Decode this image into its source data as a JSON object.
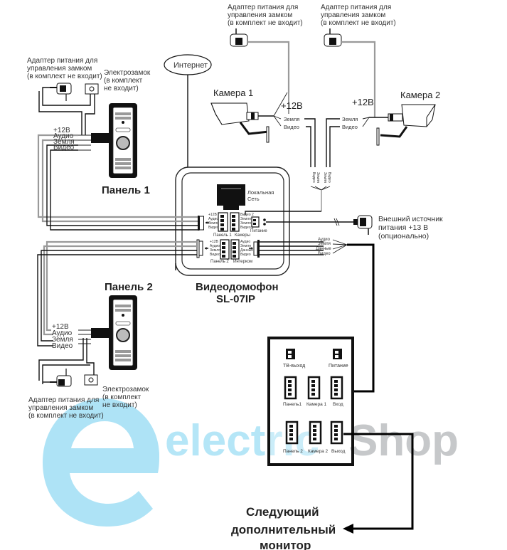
{
  "title": "Схема подключения видеодомофона SL-07IP",
  "watermark": {
    "part1": "electric",
    "part2": "Shop"
  },
  "internet": {
    "label": "Интернет"
  },
  "main_unit": {
    "name_line1": "Видеодомофон",
    "name_line2": "SL-07IP",
    "lan_label_line1": "Локальная",
    "lan_label_line2": "Сеть",
    "power_label": "Питание",
    "blocks": {
      "panel1": {
        "label": "Панель 1",
        "pins": [
          "+12B",
          "Аудио",
          "Земля",
          "Видео"
        ]
      },
      "cameras": {
        "label": "Камеры",
        "pins": [
          "Видео 2",
          "Земля",
          "Земля",
          "Видео 1"
        ]
      },
      "panel2": {
        "label": "Панель 2",
        "pins": [
          "+12B",
          "Аудио",
          "Земля",
          "Видео"
        ]
      },
      "intercom": {
        "label": "Интерком",
        "pins": [
          "Аудио",
          "Земля",
          "Данные",
          "Видео"
        ]
      }
    }
  },
  "panel1": {
    "label": "Панель 1",
    "wires": [
      "+12B",
      "Аудио",
      "Земля",
      "Видео"
    ],
    "adapter": {
      "line1": "Адаптер питания для",
      "line2": "управления замком",
      "line3": "(в комплект не входит)"
    },
    "lock": {
      "line1": "Электрозамок",
      "line2": "(в комплект",
      "line3": "не входит)"
    }
  },
  "panel2": {
    "label": "Панель 2",
    "wires": [
      "+12B",
      "Аудио",
      "Земля",
      "Видео"
    ],
    "adapter": {
      "line1": "Адаптер питания для",
      "line2": "управления замком",
      "line3": "(в комплект не входит)"
    },
    "lock": {
      "line1": "Электрозамок",
      "line2": "(в комплект",
      "line3": "не входит)"
    }
  },
  "camera1": {
    "label": "Камера 1",
    "plus12": "+12В",
    "ground": "Земля",
    "video": "Видео",
    "adapter": {
      "line1": "Адаптер питания для",
      "line2": "управления замком",
      "line3": "(в комплект не входит)"
    }
  },
  "camera2": {
    "label": "Камера 2",
    "plus12": "+12В",
    "ground": "Земля",
    "video": "Видео",
    "adapter": {
      "line1": "Адаптер питания для",
      "line2": "управления замком",
      "line3": "(в комплект не входит)"
    }
  },
  "camera_bundle": [
    "Видео",
    "Земля",
    "Земля",
    "Видео"
  ],
  "external_power": {
    "line1": "Внешний источник",
    "line2": "питания +13 В",
    "line3": "(опционально)"
  },
  "intercom_bundle": [
    "Аудио",
    "Земля",
    "Данные",
    "Видео"
  ],
  "monitor_box": {
    "top_connectors": [
      "ТВ-выход",
      "Питание"
    ],
    "row1": [
      "Панель1",
      "Камера 1",
      "Вход"
    ],
    "row2": [
      "Панель 2",
      "Камера 2",
      "Выход"
    ]
  },
  "next_monitor": {
    "line1": "Следующий",
    "line2": "дополнительный",
    "line3": "монитор"
  }
}
